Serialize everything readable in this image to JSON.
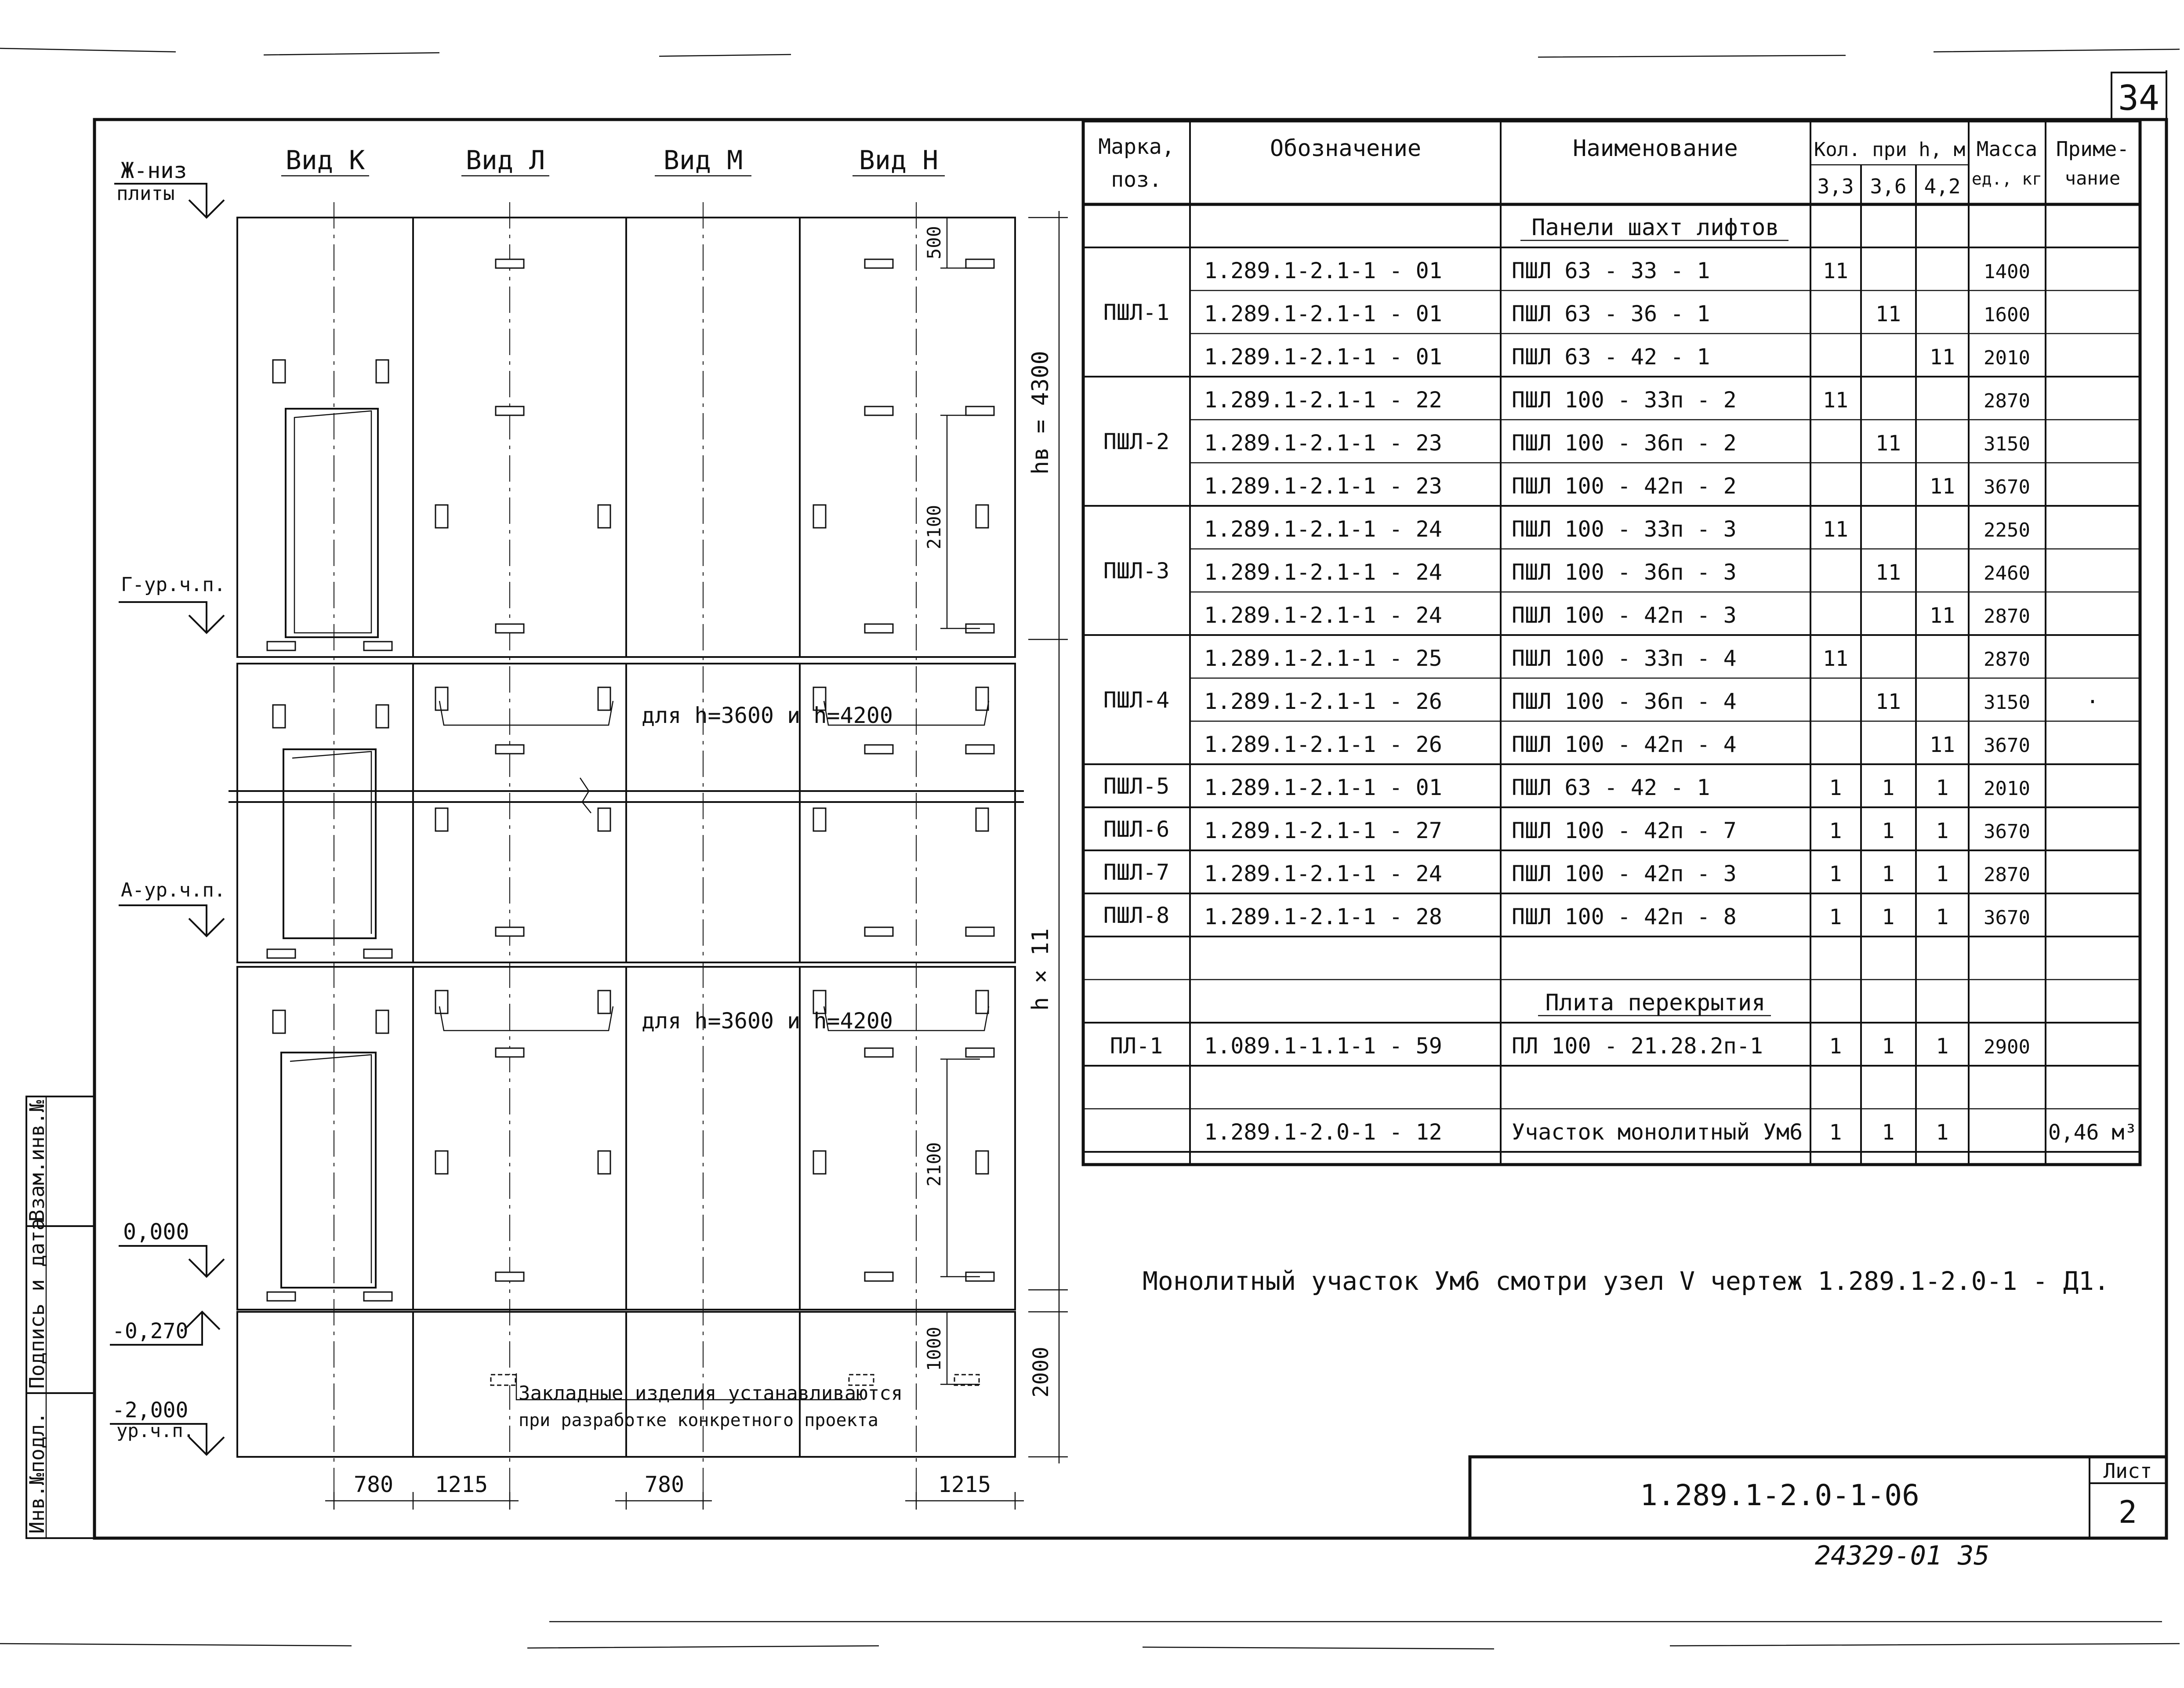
{
  "sheet": {
    "top_number": "34",
    "list_label": "Лист",
    "list_number": "2",
    "title_code": "1.289.1-2.0-1-06",
    "archive_number": "24329-01 35"
  },
  "side_stamp": {
    "field_1": "Инв.№подл.",
    "field_2": "Подпись и дата",
    "field_3": "Взам.инв.№"
  },
  "drawing": {
    "views": [
      "Вид К",
      "Вид Л",
      "Вид М",
      "Вид Н"
    ],
    "levels": {
      "top": "Ж-низ",
      "top_sub": "плиты",
      "g": "Г-ур.ч.п.",
      "a": "А-ур.ч.п.",
      "zero": "0,000",
      "m0270": "-0,270",
      "m2000": "-2,000",
      "m2000_sub": "ур.ч.п."
    },
    "dims": {
      "d500": "500",
      "d2100_top": "2100",
      "hv": "hв = 4300",
      "h11": "h × 11",
      "d2100_bot": "2100",
      "d1000": "1000",
      "d2000": "2000",
      "b780a": "780",
      "b1215a": "1215",
      "b780b": "780",
      "b1215b": "1215"
    },
    "notes": {
      "for_h_1": "для h=3600 и h=4200",
      "for_h_2": "для h=3600 и h=4200",
      "embedded_1": "Закладные изделия устанавливаются",
      "embedded_2": "при разработке конкретного проекта"
    }
  },
  "table": {
    "headers": {
      "mark": "Марка,",
      "mark_sub": "поз.",
      "designation": "Обозначение",
      "name": "Наименование",
      "qty": "Кол. при h, м",
      "qty_33": "3,3",
      "qty_36": "3,6",
      "qty_42": "4,2",
      "mass": "Масса",
      "mass_sub": "ед., кг",
      "note": "Приме-",
      "note_sub": "чание"
    },
    "section_1": "Панели шахт лифтов",
    "section_2": "Плита перекрытия",
    "groups": [
      {
        "mark": "ПШЛ-1",
        "rows": [
          {
            "des": "1.289.1-2.1-1 - 01",
            "name": "ПШЛ 63 - 33 - 1",
            "q33": "11",
            "q36": "",
            "q42": "",
            "mass": "1400",
            "note": ""
          },
          {
            "des": "1.289.1-2.1-1 - 01",
            "name": "ПШЛ 63 - 36 - 1",
            "q33": "",
            "q36": "11",
            "q42": "",
            "mass": "1600",
            "note": ""
          },
          {
            "des": "1.289.1-2.1-1 - 01",
            "name": "ПШЛ 63 - 42 - 1",
            "q33": "",
            "q36": "",
            "q42": "11",
            "mass": "2010",
            "note": ""
          }
        ]
      },
      {
        "mark": "ПШЛ-2",
        "rows": [
          {
            "des": "1.289.1-2.1-1 - 22",
            "name": "ПШЛ 100 - 33п - 2",
            "q33": "11",
            "q36": "",
            "q42": "",
            "mass": "2870",
            "note": ""
          },
          {
            "des": "1.289.1-2.1-1 - 23",
            "name": "ПШЛ 100 - 36п - 2",
            "q33": "",
            "q36": "11",
            "q42": "",
            "mass": "3150",
            "note": ""
          },
          {
            "des": "1.289.1-2.1-1 - 23",
            "name": "ПШЛ 100 - 42п - 2",
            "q33": "",
            "q36": "",
            "q42": "11",
            "mass": "3670",
            "note": ""
          }
        ]
      },
      {
        "mark": "ПШЛ-3",
        "rows": [
          {
            "des": "1.289.1-2.1-1 - 24",
            "name": "ПШЛ 100 - 33п - 3",
            "q33": "11",
            "q36": "",
            "q42": "",
            "mass": "2250",
            "note": ""
          },
          {
            "des": "1.289.1-2.1-1 - 24",
            "name": "ПШЛ 100 - 36п - 3",
            "q33": "",
            "q36": "11",
            "q42": "",
            "mass": "2460",
            "note": ""
          },
          {
            "des": "1.289.1-2.1-1 - 24",
            "name": "ПШЛ 100 - 42п - 3",
            "q33": "",
            "q36": "",
            "q42": "11",
            "mass": "2870",
            "note": ""
          }
        ]
      },
      {
        "mark": "ПШЛ-4",
        "rows": [
          {
            "des": "1.289.1-2.1-1 - 25",
            "name": "ПШЛ 100 - 33п - 4",
            "q33": "11",
            "q36": "",
            "q42": "",
            "mass": "2870",
            "note": ""
          },
          {
            "des": "1.289.1-2.1-1 - 26",
            "name": "ПШЛ 100 - 36п - 4",
            "q33": "",
            "q36": "11",
            "q42": "",
            "mass": "3150",
            "note": "·"
          },
          {
            "des": "1.289.1-2.1-1 - 26",
            "name": "ПШЛ 100 - 42п - 4",
            "q33": "",
            "q36": "",
            "q42": "11",
            "mass": "3670",
            "note": ""
          }
        ]
      },
      {
        "mark": "ПШЛ-5",
        "rows": [
          {
            "des": "1.289.1-2.1-1 - 01",
            "name": "ПШЛ 63 - 42 - 1",
            "q33": "1",
            "q36": "1",
            "q42": "1",
            "mass": "2010",
            "note": ""
          }
        ]
      },
      {
        "mark": "ПШЛ-6",
        "rows": [
          {
            "des": "1.289.1-2.1-1 - 27",
            "name": "ПШЛ 100 - 42п - 7",
            "q33": "1",
            "q36": "1",
            "q42": "1",
            "mass": "3670",
            "note": ""
          }
        ]
      },
      {
        "mark": "ПШЛ-7",
        "rows": [
          {
            "des": "1.289.1-2.1-1 - 24",
            "name": "ПШЛ 100 - 42п - 3",
            "q33": "1",
            "q36": "1",
            "q42": "1",
            "mass": "2870",
            "note": ""
          }
        ]
      },
      {
        "mark": "ПШЛ-8",
        "rows": [
          {
            "des": "1.289.1-2.1-1 - 28",
            "name": "ПШЛ 100 - 42п - 8",
            "q33": "1",
            "q36": "1",
            "q42": "1",
            "mass": "3670",
            "note": ""
          }
        ]
      }
    ],
    "slab": {
      "mark": "ПЛ-1",
      "des": "1.089.1-1.1-1 - 59",
      "name": "ПЛ 100 - 21.28.2п-1",
      "q33": "1",
      "q36": "1",
      "q42": "1",
      "mass": "2900",
      "note": ""
    },
    "monolith": {
      "mark": "",
      "des": "1.289.1-2.0-1 - 12",
      "name": "Участок монолитный Ум6",
      "q33": "1",
      "q36": "1",
      "q42": "1",
      "mass": "",
      "note": "0,46 м³"
    }
  },
  "footnote": "Монолитный участок Ум6 смотри узел V чертеж 1.289.1-2.0-1 - Д1."
}
